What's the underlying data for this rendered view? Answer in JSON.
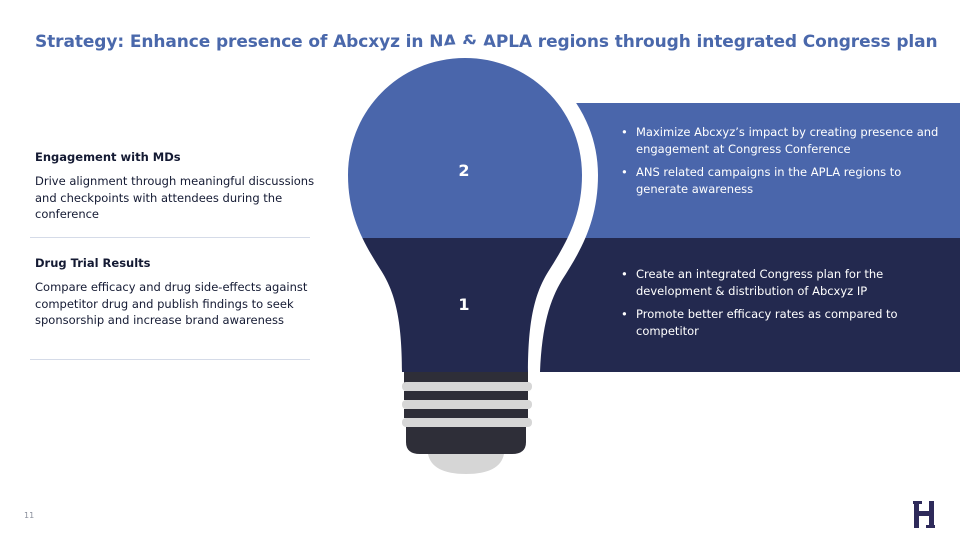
{
  "title": "Strategy: Enhance presence of Abcxyz in NA & APLA regions through integrated Congress plan",
  "left_items": [
    {
      "heading": "Engagement with MDs",
      "body": "Drive alignment through meaningful discussions and checkpoints with attendees during the conference"
    },
    {
      "heading": "Drug Trial Results",
      "body": "Compare efficacy and drug side-effects against competitor drug and publish findings to seek sponsorship and increase brand awareness"
    }
  ],
  "bulb": {
    "top_number": "2",
    "bottom_number": "1"
  },
  "top_band": {
    "bullets": [
      "Maximize Abcxyz’s impact by creating presence and engagement at Congress Conference",
      "ANS related campaigns in the APLA regions to generate awareness"
    ]
  },
  "bottom_band": {
    "bullets": [
      "Create an integrated Congress plan for the development & distribution of Abcxyz IP",
      "Promote better efficacy rates as compared to competitor"
    ]
  },
  "page_number": "11",
  "colors": {
    "title": "#4a68ab",
    "top_band": "#4a66ab",
    "bottom_band": "#23294f",
    "bulb_base": "#2e2e38",
    "bulb_stripe": "#d6d6d6"
  }
}
